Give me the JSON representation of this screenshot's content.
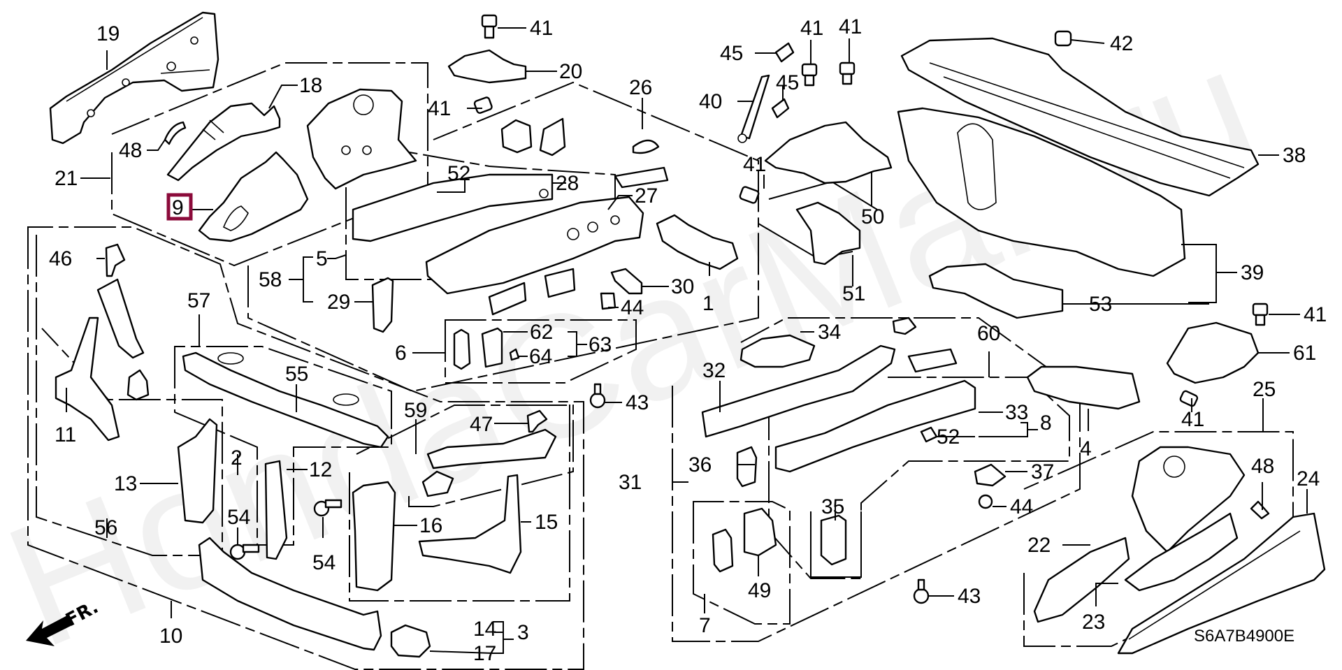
{
  "diagram": {
    "title": "Front bulkhead / dashboard / front side frame parts diagram",
    "catalog_code": "S6A7B4900E",
    "direction_indicator": "FR.",
    "watermark": "HondaCarMall.ru",
    "highlighted_callout": "9",
    "highlight_color": "#8b0a3a",
    "callouts": [
      {
        "id": "c19",
        "label": "19"
      },
      {
        "id": "c18",
        "label": "18"
      },
      {
        "id": "c48a",
        "label": "48"
      },
      {
        "id": "c21",
        "label": "21"
      },
      {
        "id": "c9",
        "label": "9"
      },
      {
        "id": "c41a",
        "label": "41"
      },
      {
        "id": "c20",
        "label": "20"
      },
      {
        "id": "c41b",
        "label": "41"
      },
      {
        "id": "c26",
        "label": "26"
      },
      {
        "id": "c52a",
        "label": "52"
      },
      {
        "id": "c28",
        "label": "28"
      },
      {
        "id": "c27",
        "label": "27"
      },
      {
        "id": "c5",
        "label": "5"
      },
      {
        "id": "c58",
        "label": "58"
      },
      {
        "id": "c29",
        "label": "29"
      },
      {
        "id": "c30",
        "label": "30"
      },
      {
        "id": "c44a",
        "label": "44"
      },
      {
        "id": "c1",
        "label": "1"
      },
      {
        "id": "c6",
        "label": "6"
      },
      {
        "id": "c62",
        "label": "62"
      },
      {
        "id": "c63",
        "label": "63"
      },
      {
        "id": "c64",
        "label": "64"
      },
      {
        "id": "c45a",
        "label": "45"
      },
      {
        "id": "c45b",
        "label": "45"
      },
      {
        "id": "c40",
        "label": "40"
      },
      {
        "id": "c41c",
        "label": "41"
      },
      {
        "id": "c41d",
        "label": "41"
      },
      {
        "id": "c41e",
        "label": "41"
      },
      {
        "id": "c50",
        "label": "50"
      },
      {
        "id": "c51",
        "label": "51"
      },
      {
        "id": "c42",
        "label": "42"
      },
      {
        "id": "c38",
        "label": "38"
      },
      {
        "id": "c39",
        "label": "39"
      },
      {
        "id": "c53",
        "label": "53"
      },
      {
        "id": "c41f",
        "label": "41"
      },
      {
        "id": "c61",
        "label": "61"
      },
      {
        "id": "c41g",
        "label": "41"
      },
      {
        "id": "c25",
        "label": "25"
      },
      {
        "id": "c46",
        "label": "46"
      },
      {
        "id": "c11",
        "label": "11"
      },
      {
        "id": "c57",
        "label": "57"
      },
      {
        "id": "c55",
        "label": "55"
      },
      {
        "id": "c2",
        "label": "2"
      },
      {
        "id": "c13",
        "label": "13"
      },
      {
        "id": "c12",
        "label": "12"
      },
      {
        "id": "c54a",
        "label": "54"
      },
      {
        "id": "c54b",
        "label": "54"
      },
      {
        "id": "c56",
        "label": "56"
      },
      {
        "id": "c10",
        "label": "10"
      },
      {
        "id": "c59",
        "label": "59"
      },
      {
        "id": "c47",
        "label": "47"
      },
      {
        "id": "c43a",
        "label": "43"
      },
      {
        "id": "c16",
        "label": "16"
      },
      {
        "id": "c15",
        "label": "15"
      },
      {
        "id": "c14",
        "label": "14"
      },
      {
        "id": "c17",
        "label": "17"
      },
      {
        "id": "c3",
        "label": "3"
      },
      {
        "id": "c34",
        "label": "34"
      },
      {
        "id": "c32",
        "label": "32"
      },
      {
        "id": "c60",
        "label": "60"
      },
      {
        "id": "c33",
        "label": "33"
      },
      {
        "id": "c8",
        "label": "8"
      },
      {
        "id": "c52b",
        "label": "52"
      },
      {
        "id": "c4",
        "label": "4"
      },
      {
        "id": "c36",
        "label": "36"
      },
      {
        "id": "c31",
        "label": "31"
      },
      {
        "id": "c37",
        "label": "37"
      },
      {
        "id": "c35",
        "label": "35"
      },
      {
        "id": "c44b",
        "label": "44"
      },
      {
        "id": "c49",
        "label": "49"
      },
      {
        "id": "c7",
        "label": "7"
      },
      {
        "id": "c43b",
        "label": "43"
      },
      {
        "id": "c22",
        "label": "22"
      },
      {
        "id": "c23",
        "label": "23"
      },
      {
        "id": "c48b",
        "label": "48"
      },
      {
        "id": "c24",
        "label": "24"
      }
    ]
  }
}
